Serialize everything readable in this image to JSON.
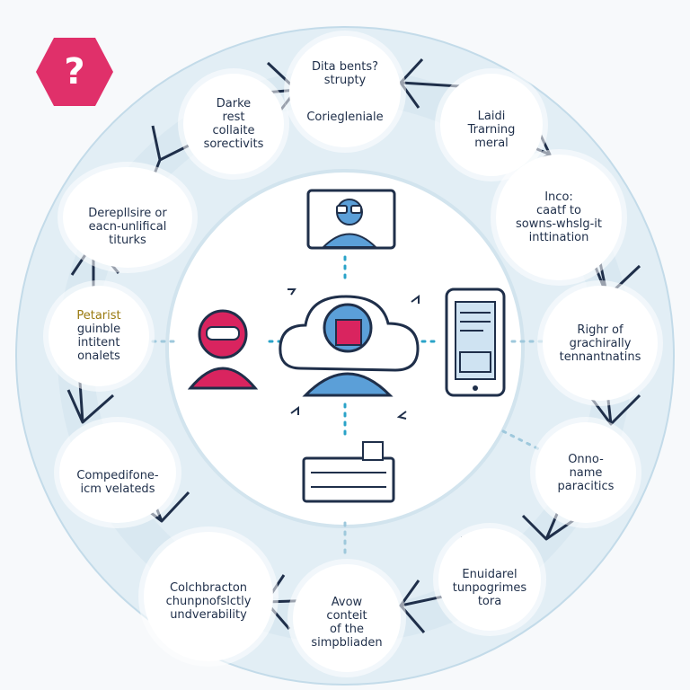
{
  "badge": {
    "label": "?",
    "color": "#e0306a"
  },
  "colors": {
    "ring": "#d7e8f2",
    "ring_edge": "#c3dbe9",
    "line": "#1f2f4a",
    "accent": "#2aa3c8",
    "person": "#5b9fd8",
    "pink": "#d9245f",
    "gold": "#c9a12f"
  },
  "nodes": [
    {
      "id": "top",
      "lines": [
        "Dita bents?",
        "strupty",
        "Coriegleniale"
      ]
    },
    {
      "id": "top-right",
      "lines": [
        "Laidi",
        "Trarning",
        "meral"
      ]
    },
    {
      "id": "right-upper",
      "lines": [
        "Inco:",
        "caatf to",
        "sowns-whslg-it",
        "inttination"
      ]
    },
    {
      "id": "right",
      "lines": [
        "Righr of",
        "grachirally",
        "tennantnatins"
      ]
    },
    {
      "id": "right-lower",
      "lines": [
        "Onno-",
        "name",
        "paracitics"
      ]
    },
    {
      "id": "bottom-right",
      "lines": [
        "Enuidarel",
        "tunpogrimes",
        "tora"
      ]
    },
    {
      "id": "bottom",
      "lines": [
        "Avow",
        "conteit",
        "of the",
        "simpbliaden"
      ]
    },
    {
      "id": "bottom-left",
      "lines": [
        "Colchbracton",
        "chunpnofslctly",
        "undverability"
      ]
    },
    {
      "id": "left-lower",
      "lines": [
        "Compedifone-",
        "icm velateds"
      ]
    },
    {
      "id": "left",
      "lines": [
        "Petarist",
        "guinble",
        "intitent",
        "onalets"
      ]
    },
    {
      "id": "left-upper",
      "lines": [
        "Derepllsire or",
        "eacn-unlifical",
        "titurks"
      ]
    },
    {
      "id": "top-left",
      "lines": [
        "Darke",
        "rest",
        "collaite",
        "sorectivits"
      ]
    }
  ]
}
